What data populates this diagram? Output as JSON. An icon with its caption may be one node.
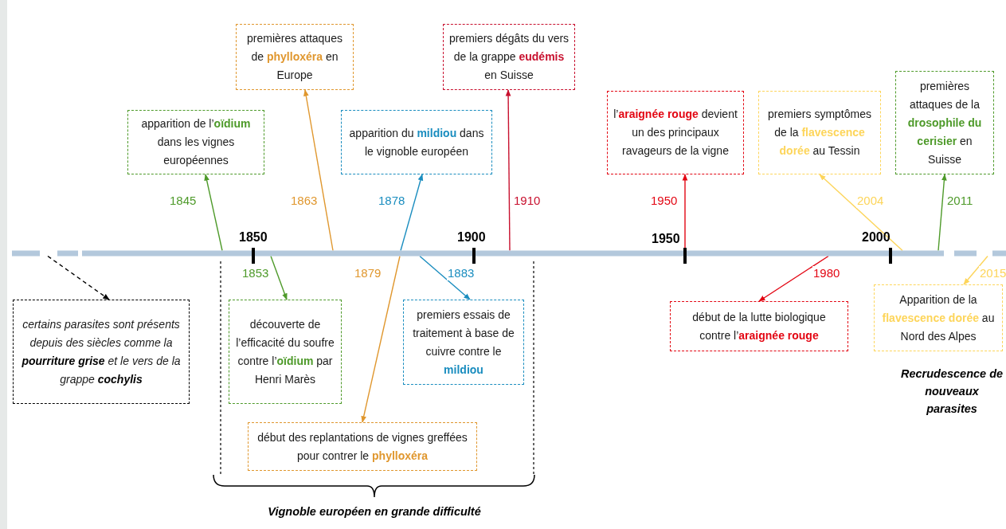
{
  "diagram": {
    "nodes": [
      {
        "text": [
          "premières attaques de **phylloxéra** en Europe"
        ]
      },
      {
        "text": [
          "premiers dégâts du vers de la grappe **eudémis** en Suisse"
        ]
      },
      {
        "text": [
          "apparition de l’**oïdium** dans les vignes européennes"
        ]
      },
      {
        "text": [
          "apparition du **mildiou** dans le vignoble européen"
        ]
      },
      {
        "text": [
          "l’**araignée rouge** devient un des principaux ravageurs de la vigne"
        ]
      },
      {
        "text": [
          "premiers symptômes de la **flavescence dorée** au Tessin"
        ]
      },
      {
        "text": [
          "premières attaques de la **drosophile du cerisier** en Suisse"
        ]
      },
      {
        "text": [
          "certains parasites sont présents depuis des siècles comme la **pourriture grise** et le vers de la grappe **cochylis**"
        ]
      },
      {
        "text": [
          "découverte de l’efficacité du soufre contre l’**oïdium** par Henri Marès"
        ]
      },
      {
        "text": [
          "premiers essais de traitement à base de cuivre contre le **mildiou**"
        ]
      },
      {
        "text": [
          "début de la lutte biologique contre l’**araignée rouge**"
        ]
      },
      {
        "text": [
          "Apparition de la **flavescence dorée** au Nord des Alpes"
        ]
      },
      {
        "text": [
          "début des replantations de vignes greffées pour contrer le **phylloxéra**"
        ]
      },
      {
        "text": [],
        "shape": "bar"
      }
    ],
    "edges": [
      {
        "from": 13,
        "to": 2,
        "arrow": "to",
        "label": "1845",
        "color": "#4e9a2a"
      },
      {
        "from": 13,
        "to": 0,
        "arrow": "to",
        "label": "1863",
        "color": "#e0972e"
      },
      {
        "from": 13,
        "to": 3,
        "arrow": "to",
        "label": "1878",
        "color": "#1a8dbf"
      },
      {
        "from": 13,
        "to": 1,
        "arrow": "to",
        "label": "1910",
        "color": "#c8102e"
      },
      {
        "from": 13,
        "to": 4,
        "arrow": "to",
        "label": "1950",
        "color": "#e30613"
      },
      {
        "from": 13,
        "to": 5,
        "arrow": "to",
        "label": "2004",
        "color": "#fdd55a"
      },
      {
        "from": 13,
        "to": 6,
        "arrow": "to",
        "label": "2011",
        "color": "#4e9a2a"
      },
      {
        "from": 13,
        "to": 8,
        "arrow": "to",
        "label": "1853",
        "color": "#4e9a2a"
      },
      {
        "from": 13,
        "to": 12,
        "arrow": "to",
        "label": "1879",
        "color": "#e0972e"
      },
      {
        "from": 13,
        "to": 9,
        "arrow": "to",
        "label": "1883",
        "color": "#1a8dbf"
      },
      {
        "from": 13,
        "to": 10,
        "arrow": "to",
        "label": "1980",
        "color": "#e30613"
      },
      {
        "from": 13,
        "to": 11,
        "arrow": "to",
        "label": "2015",
        "color": "#fdd55a"
      },
      {
        "from": 13,
        "to": 7,
        "arrow": "to",
        "style": "dashed",
        "color": "#000000"
      }
    ],
    "labels": [
      "1850",
      "1900",
      "1950",
      "2000",
      "Recrudescence de nouveaux parasites",
      "Vignoble européen en grande difficulté"
    ]
  }
}
